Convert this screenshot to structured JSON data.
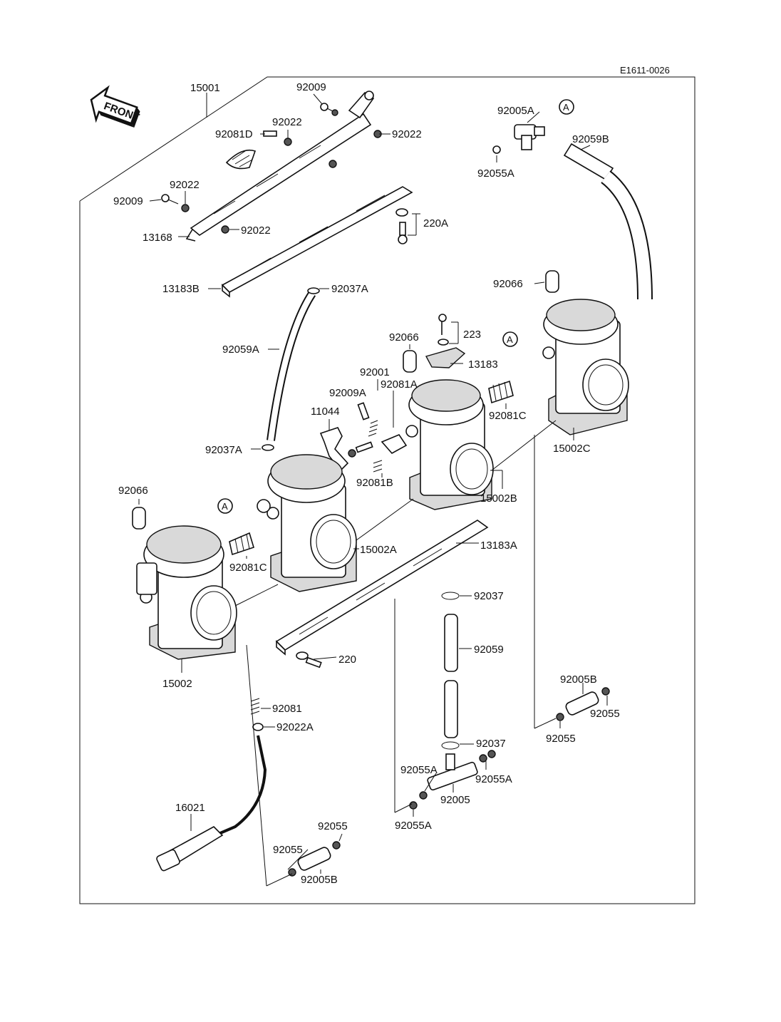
{
  "drawing_code": "E1611-0026",
  "front_label": "FRONT",
  "ref_marker": "A",
  "labels": {
    "p15001": "15001",
    "p92009_top": "92009",
    "p92022_a": "92022",
    "p92081D": "92081D",
    "p92022_b": "92022",
    "p92022_c": "92022",
    "p92009_left": "92009",
    "p92022_d": "92022",
    "p13168": "13168",
    "p220A": "220A",
    "p13183B": "13183B",
    "p92037A_top": "92037A",
    "p92059A": "92059A",
    "p92037A_bot": "92037A",
    "p92005A": "92005A",
    "p92055A_top": "92055A",
    "p92059B": "92059B",
    "p92066_right": "92066",
    "p92066_mid": "92066",
    "p223": "223",
    "p13183": "13183",
    "p92001": "92001",
    "p92009A": "92009A",
    "p92081A": "92081A",
    "p11044": "11044",
    "p92081B": "92081B",
    "p92081C_right": "92081C",
    "p15002C": "15002C",
    "p15002B": "15002B",
    "p92066_left": "92066",
    "p92081C_left": "92081C",
    "p15002A": "15002A",
    "p13183A": "13183A",
    "p15002": "15002",
    "p220": "220",
    "p92037_top": "92037",
    "p92059": "92059",
    "p92037_bot": "92037",
    "p92081": "92081",
    "p92022A": "92022A",
    "p16021": "16021",
    "p92055_a": "92055",
    "p92055_b": "92055",
    "p92005B_bot": "92005B",
    "p92055A_l": "92055A",
    "p92055A_r": "92055A",
    "p92005": "92005",
    "p92055A_bot": "92055A",
    "p92005B_right": "92005B",
    "p92055_r1": "92055",
    "p92055_r2": "92055"
  }
}
